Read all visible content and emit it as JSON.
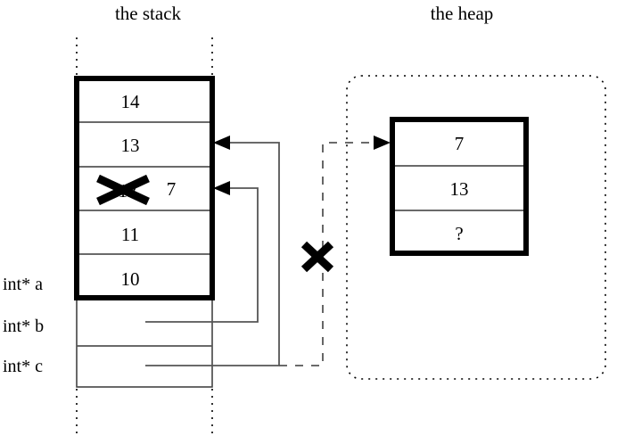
{
  "figure": {
    "type": "memory-diagram",
    "regions": [
      {
        "id": "stack",
        "title": "the stack"
      },
      {
        "id": "heap",
        "title": "the heap"
      }
    ]
  },
  "stack": {
    "title": "the stack",
    "cells": [
      {
        "value": "14",
        "struck": false
      },
      {
        "value": "13",
        "struck": false
      },
      {
        "value": "12",
        "struck": true,
        "replacement": "7"
      },
      {
        "value": "11",
        "struck": false
      },
      {
        "value": "10",
        "struck": false
      }
    ],
    "variables": [
      {
        "label": "int* a",
        "row": "a"
      },
      {
        "label": "int* b",
        "row": "b"
      },
      {
        "label": "int* c",
        "row": "c"
      }
    ]
  },
  "heap": {
    "title": "the heap",
    "cells": [
      {
        "value": "7"
      },
      {
        "value": "13"
      },
      {
        "value": "?"
      }
    ]
  },
  "annotations": {
    "struck_value": "12",
    "new_value": "7",
    "invalid_pointer_mark": "X",
    "unknown_value": "?"
  },
  "colors": {
    "ink": "#000000",
    "line": "#555555",
    "background": "#ffffff"
  }
}
